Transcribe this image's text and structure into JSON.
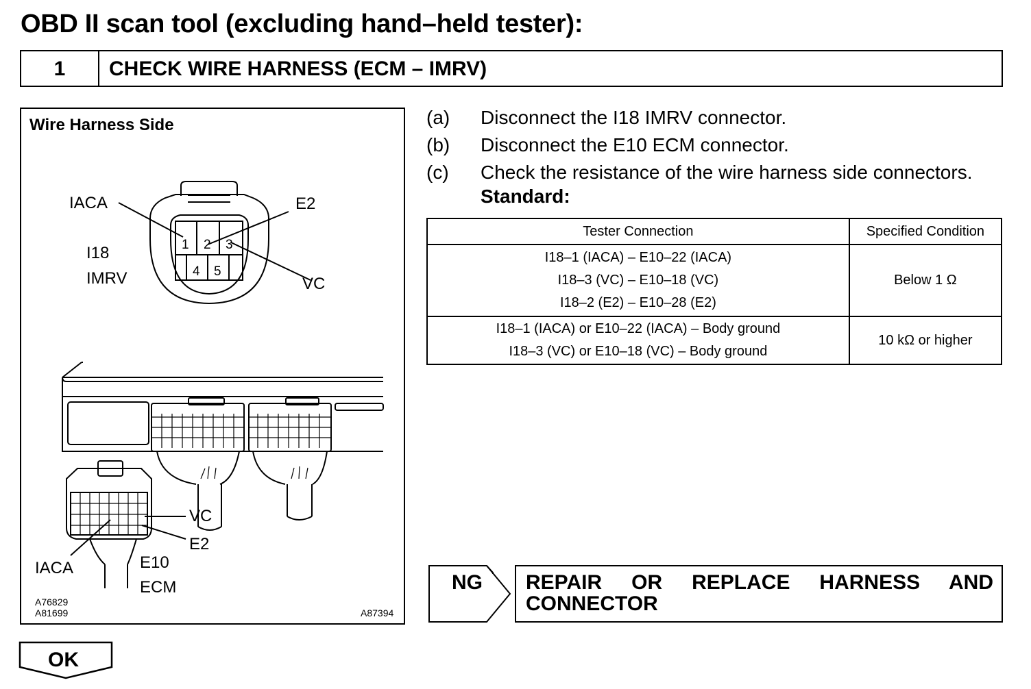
{
  "title": "OBD II scan tool (excluding hand–held tester):",
  "step": {
    "number": "1",
    "title": "CHECK WIRE HARNESS (ECM – IMRV)"
  },
  "figure": {
    "label": "Wire Harness Side",
    "imrv": {
      "connector_line1": "I18",
      "connector_line2": "IMRV",
      "pins": [
        "1",
        "2",
        "3",
        "4",
        "5"
      ],
      "terminal_iaca": "IACA",
      "terminal_e2": "E2",
      "terminal_vc": "VC"
    },
    "ecm": {
      "connector_line1": "E10",
      "connector_line2": "ECM",
      "terminal_vc": "VC",
      "terminal_e2": "E2",
      "terminal_iaca": "IACA"
    },
    "codes_left": [
      "A76829",
      "A81699"
    ],
    "code_right": "A87394"
  },
  "steps": [
    {
      "letter": "(a)",
      "text": "Disconnect the I18 IMRV connector."
    },
    {
      "letter": "(b)",
      "text": "Disconnect the E10 ECM connector."
    },
    {
      "letter": "(c)",
      "text": "Check the resistance of the wire harness side connectors."
    }
  ],
  "standard_label": "Standard:",
  "spec_table": {
    "headers": [
      "Tester Connection",
      "Specified Condition"
    ],
    "rows": [
      {
        "connections": [
          "I18–1 (IACA) – E10–22 (IACA)",
          "I18–3 (VC) – E10–18 (VC)",
          "I18–2 (E2) – E10–28 (E2)"
        ],
        "condition": "Below 1 Ω"
      },
      {
        "connections": [
          "I18–1 (IACA) or E10–22 (IACA) – Body ground",
          "I18–3 (VC) or E10–18 (VC) – Body ground"
        ],
        "condition": "10 kΩ or higher"
      }
    ]
  },
  "ng": {
    "label": "NG",
    "result": "REPAIR OR REPLACE HARNESS AND CONNECTOR"
  },
  "ok": {
    "label": "OK"
  }
}
